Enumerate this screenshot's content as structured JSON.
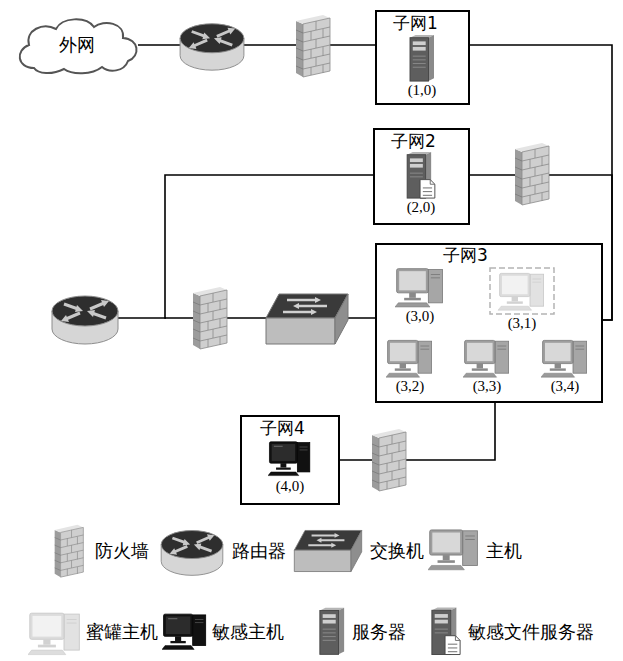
{
  "diagram": {
    "nodes": [
      {
        "text": [
          "外网"
        ]
      },
      {
        "text": [
          "子网1"
        ]
      },
      {
        "text": [
          "(1,0)"
        ],
        "in": 1
      },
      {
        "text": [
          "子网2"
        ]
      },
      {
        "text": [
          "(2,0)"
        ],
        "in": 3
      },
      {
        "text": [
          "子网3"
        ]
      },
      {
        "text": [
          "(3,0)"
        ],
        "in": 5
      },
      {
        "text": [
          "(3,1)"
        ],
        "in": 5
      },
      {
        "text": [
          "(3,2)"
        ],
        "in": 5
      },
      {
        "text": [
          "(3,3)"
        ],
        "in": 5
      },
      {
        "text": [
          "(3,4)"
        ],
        "in": 5
      },
      {
        "text": [
          "子网4"
        ]
      },
      {
        "text": [
          "(4,0)"
        ],
        "in": 11
      }
    ],
    "edges": [
      {
        "from": 0,
        "to": 1,
        "arrow": "none"
      },
      {
        "from": 1,
        "to": 5,
        "arrow": "none"
      },
      {
        "from": 3,
        "to": 5,
        "arrow": "none"
      },
      {
        "from": 3,
        "to": 5,
        "arrow": "none"
      },
      {
        "from": 5,
        "to": 11,
        "arrow": "none"
      }
    ],
    "legend": [
      {
        "text": "防火墙"
      },
      {
        "text": "路由器"
      },
      {
        "text": "交换机"
      },
      {
        "text": "主机"
      },
      {
        "text": "蜜罐主机"
      },
      {
        "text": "敏感主机"
      },
      {
        "text": "服务器"
      },
      {
        "text": "敏感文件服务器"
      }
    ]
  }
}
